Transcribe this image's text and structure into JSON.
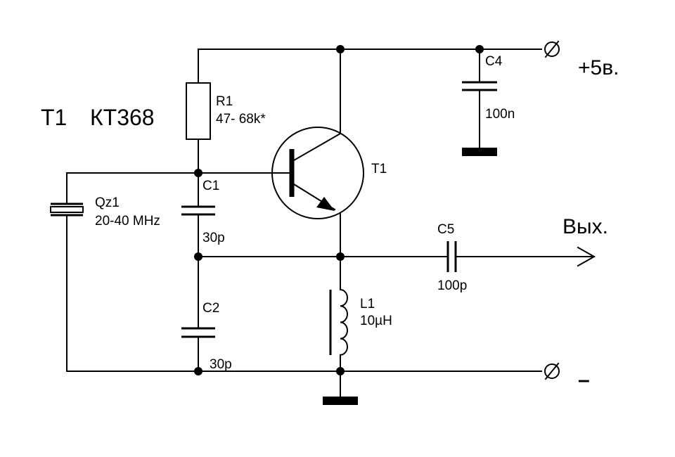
{
  "title": {
    "transistor_ref": "T1",
    "transistor_type": "КТ368"
  },
  "terminals": {
    "supply_label": "+5в.",
    "output_label": "Вых.",
    "ground_label": "–"
  },
  "components": {
    "r1": {
      "ref": "R1",
      "value": "47- 68k*"
    },
    "c1": {
      "ref": "C1",
      "value": "30p"
    },
    "c2": {
      "ref": "C2",
      "value": "30p"
    },
    "c4": {
      "ref": "C4",
      "value": "100n"
    },
    "c5": {
      "ref": "C5",
      "value": "100p"
    },
    "l1": {
      "ref": "L1",
      "value": "10µH"
    },
    "qz1": {
      "ref": "Qz1",
      "value": "20-40 MHz"
    },
    "t1": {
      "ref": "T1"
    }
  }
}
